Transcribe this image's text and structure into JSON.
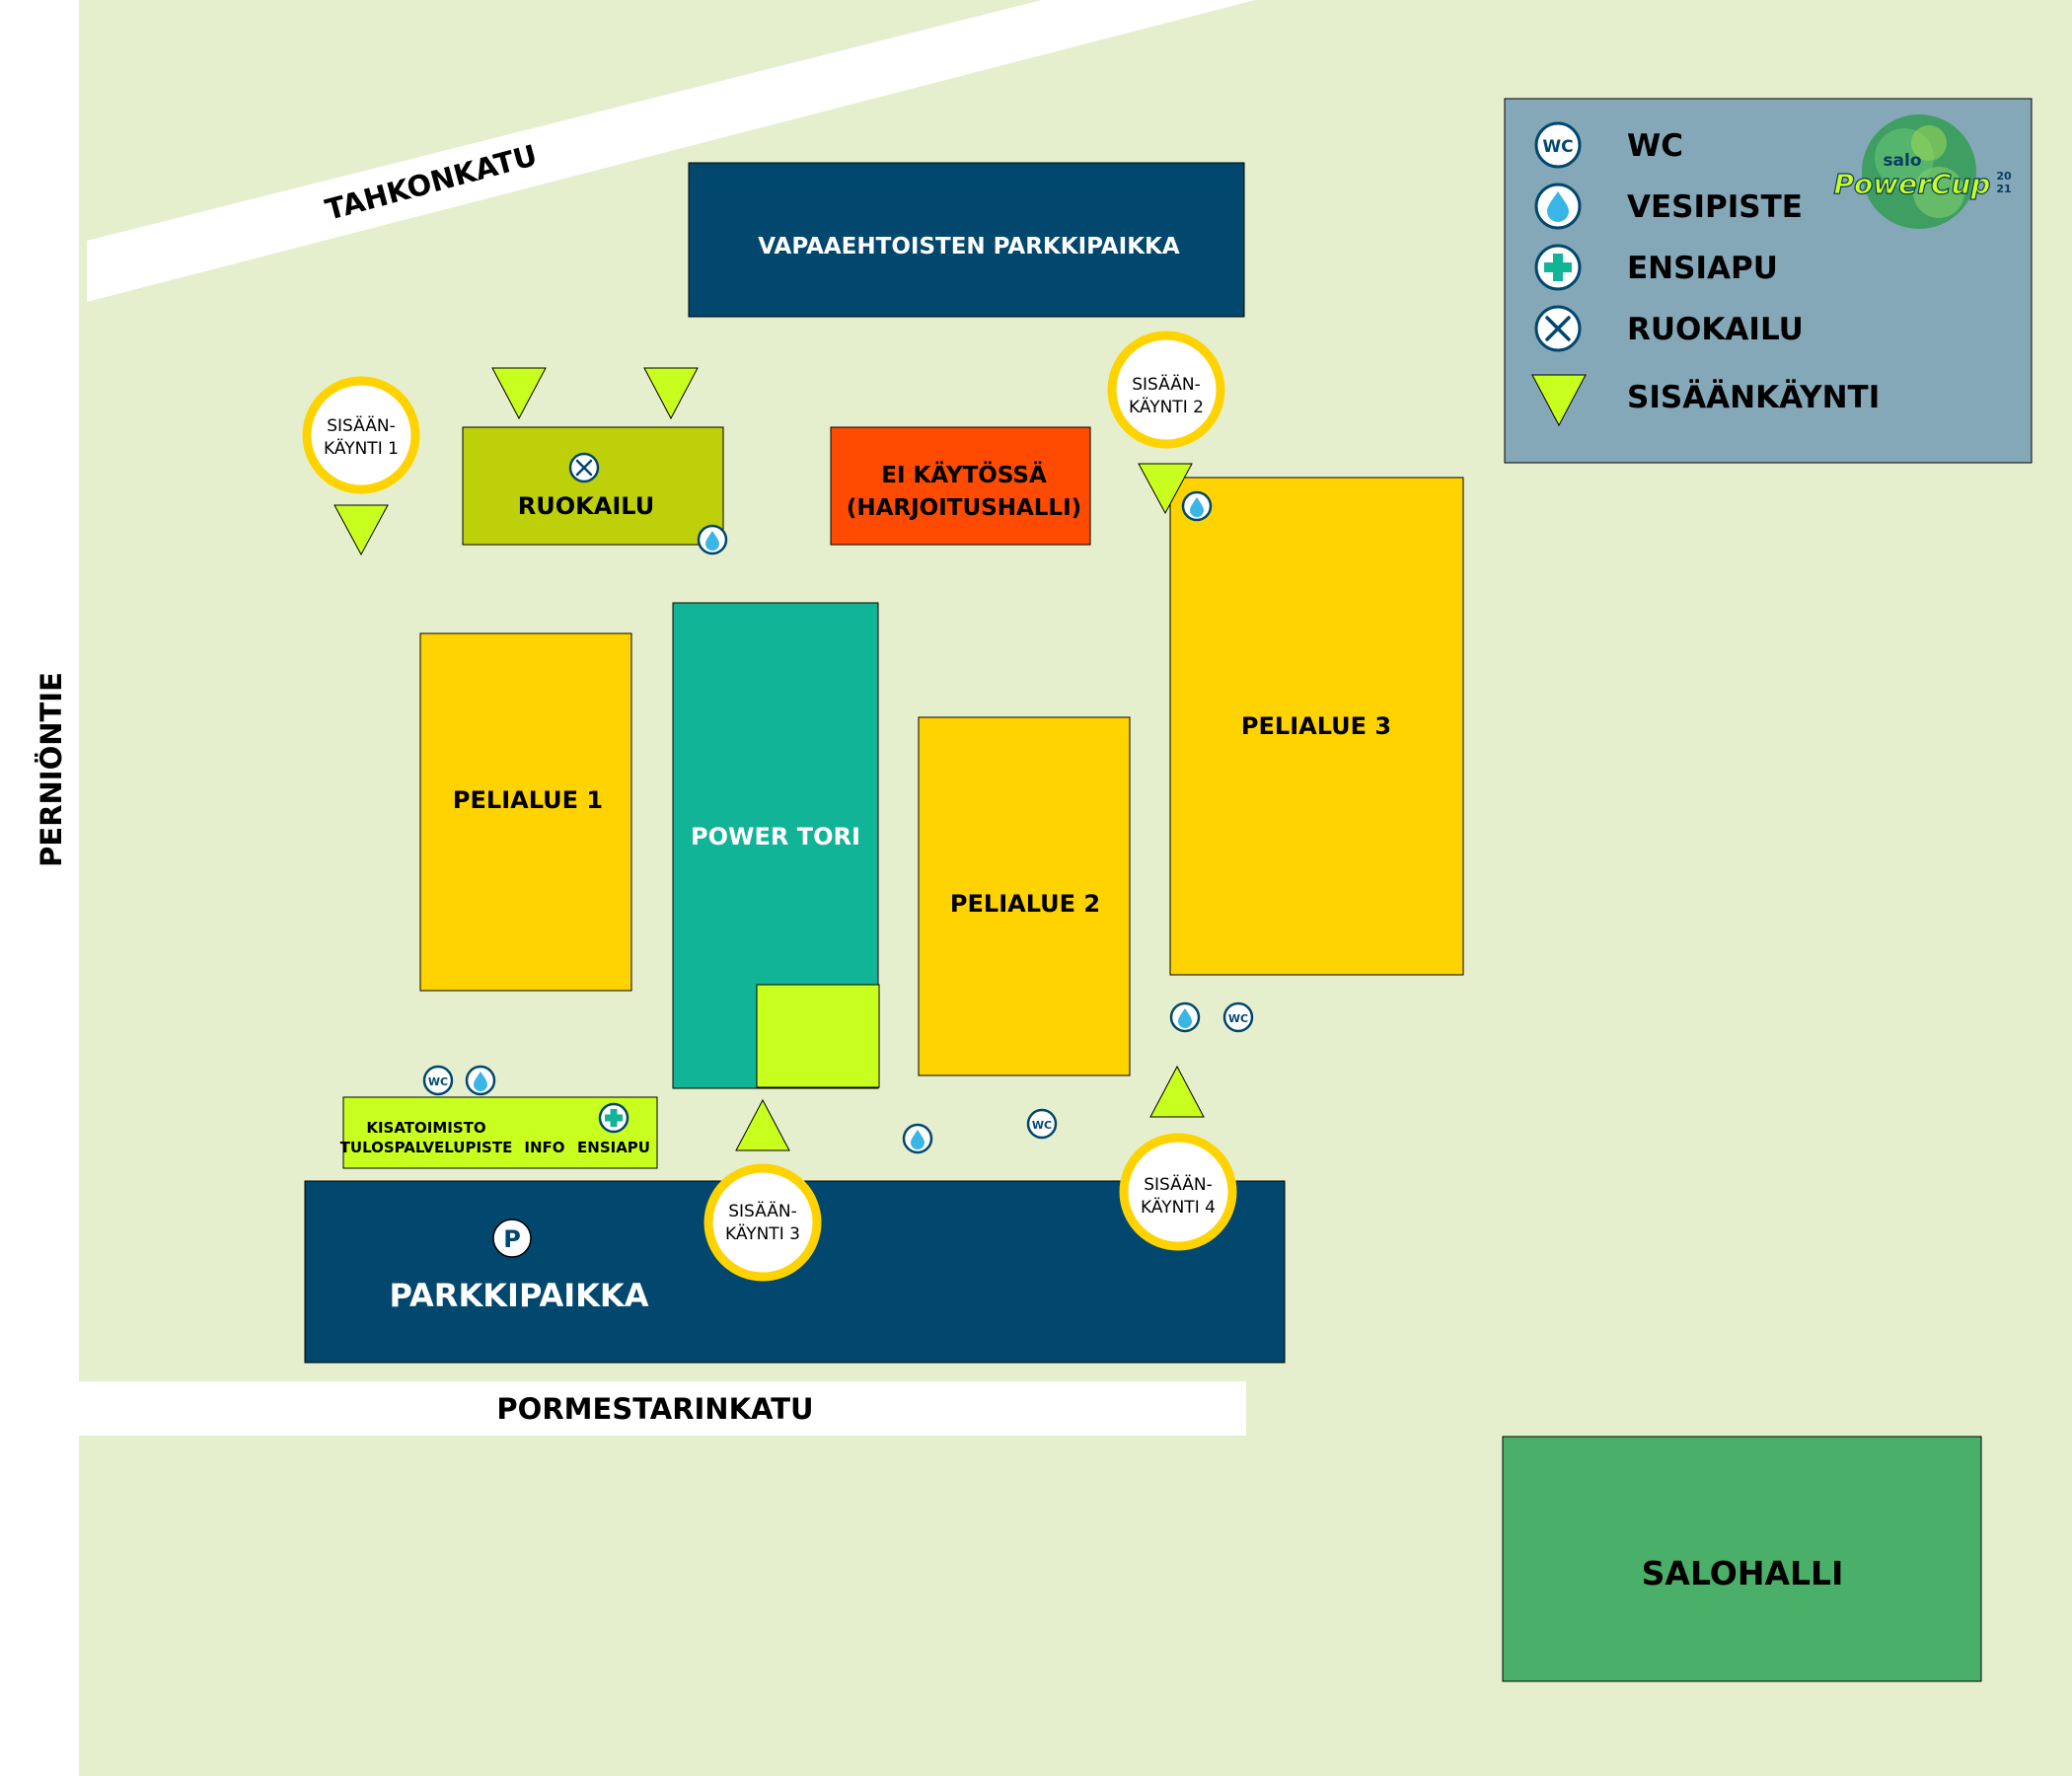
{
  "colors": {
    "ground": "#e6efcd",
    "road": "#ffffff",
    "navy": "#01476e",
    "lime": "#c8ff1e",
    "olive": "#bdd00a",
    "yellow": "#ffd300",
    "teal": "#12b497",
    "red_orange": "#fe4b01",
    "green": "#4aaf68",
    "legend_bg": "#85a8b8",
    "entrance_ring": "#ffd300"
  },
  "streets": {
    "tahkonkatu": "TAHKONKATU",
    "perniontie": "PERNIÖNTIE",
    "pormestarinkatu": "PORMESTARINKATU"
  },
  "areas": {
    "volunteer_parking": "VAPAAEHTOISTEN PARKKIPAIKKA",
    "ruokailu": "RUOKAILU",
    "not_in_use_line1": "EI KÄYTÖSSÄ",
    "not_in_use_line2": "(HARJOITUSHALLI)",
    "pelialue1": "PELIALUE 1",
    "pelialue2": "PELIALUE 2",
    "pelialue3": "PELIALUE 3",
    "power_tori": "POWER TORI",
    "parking": "PARKKIPAIKKA",
    "parking_symbol": "P",
    "salohalli": "SALOHALLI",
    "office_line1": "KISATOIMISTO",
    "office_line2": "TULOSPALVELUPISTE",
    "office_info": "INFO",
    "office_ensiapu": "ENSIAPU"
  },
  "entrances": [
    {
      "line1": "SISÄÄN-",
      "line2": "KÄYNTI 1"
    },
    {
      "line1": "SISÄÄN-",
      "line2": "KÄYNTI 2"
    },
    {
      "line1": "SISÄÄN-",
      "line2": "KÄYNTI 3"
    },
    {
      "line1": "SISÄÄN-",
      "line2": "KÄYNTI 4"
    }
  ],
  "legend": {
    "items": [
      {
        "icon": "wc-icon",
        "label": "WC"
      },
      {
        "icon": "water-drop-icon",
        "label": "VESIPISTE"
      },
      {
        "icon": "first-aid-icon",
        "label": "ENSIAPU"
      },
      {
        "icon": "fork-knife-icon",
        "label": "RUOKAILU"
      },
      {
        "icon": "entrance-triangle-icon",
        "label": "SISÄÄNKÄYNTI"
      }
    ],
    "logo": {
      "top": "salo",
      "main": "PowerCup",
      "year_top": "20",
      "year_bottom": "21"
    }
  },
  "icon_text": {
    "wc": "WC"
  }
}
